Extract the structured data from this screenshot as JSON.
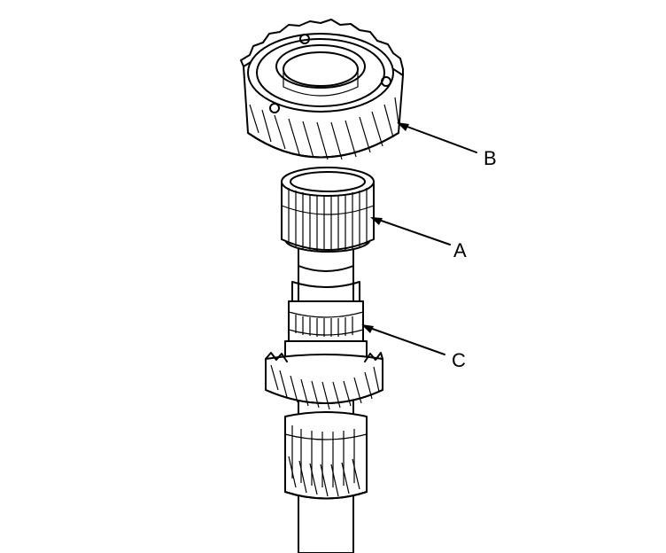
{
  "figure": {
    "labels": {
      "a": "A",
      "b": "B",
      "c": "C"
    },
    "colors": {
      "line": "#000000",
      "background": "#ffffff"
    }
  }
}
